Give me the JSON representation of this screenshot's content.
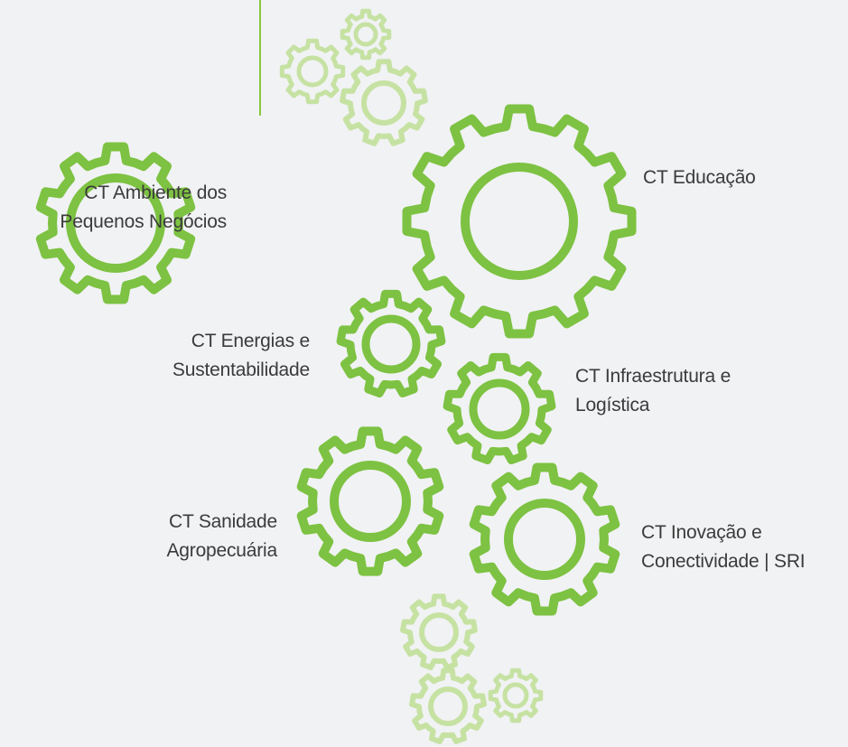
{
  "colors": {
    "background": "#f1f2f4",
    "gear_main": "#7dc242",
    "gear_light": "#c6e2a3",
    "divider": "#8cc63f",
    "text": "#3b3b3b"
  },
  "icons": [
    "gear-icon"
  ],
  "labels": {
    "ambiente": [
      "CT Ambiente dos",
      "Pequenos Negócios"
    ],
    "educacao": [
      "CT Educação"
    ],
    "energias": [
      "CT Energias e",
      "Sustentabilidade"
    ],
    "infraestrutura": [
      "CT Infraestrutura e",
      "Logística"
    ],
    "sanidade": [
      "CT Sanidade",
      "Agropecuária"
    ],
    "inovacao": [
      "CT Inovação e",
      "Conectividade | SRI"
    ]
  }
}
